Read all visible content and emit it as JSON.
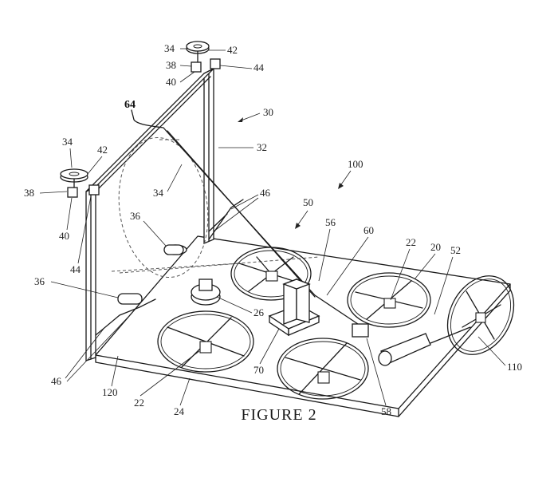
{
  "figure": {
    "caption": "FIGURE 2",
    "labels": {
      "l34a": "34",
      "l42a": "42",
      "l38a": "38",
      "l44a": "44",
      "l40a": "40",
      "l64": "64",
      "l30": "30",
      "l32": "32",
      "l34b": "34",
      "l42b": "42",
      "l38b": "38",
      "l40b": "40",
      "l44b": "44",
      "l34c": "34",
      "l36a": "36",
      "l46a": "46",
      "l50": "50",
      "l100": "100",
      "l56": "56",
      "l60": "60",
      "l22a": "22",
      "l20": "20",
      "l52": "52",
      "l36b": "36",
      "l26": "26",
      "l70": "70",
      "l46b": "46",
      "l120": "120",
      "l22b": "22",
      "l24": "24",
      "l58": "58",
      "l110": "110"
    }
  }
}
